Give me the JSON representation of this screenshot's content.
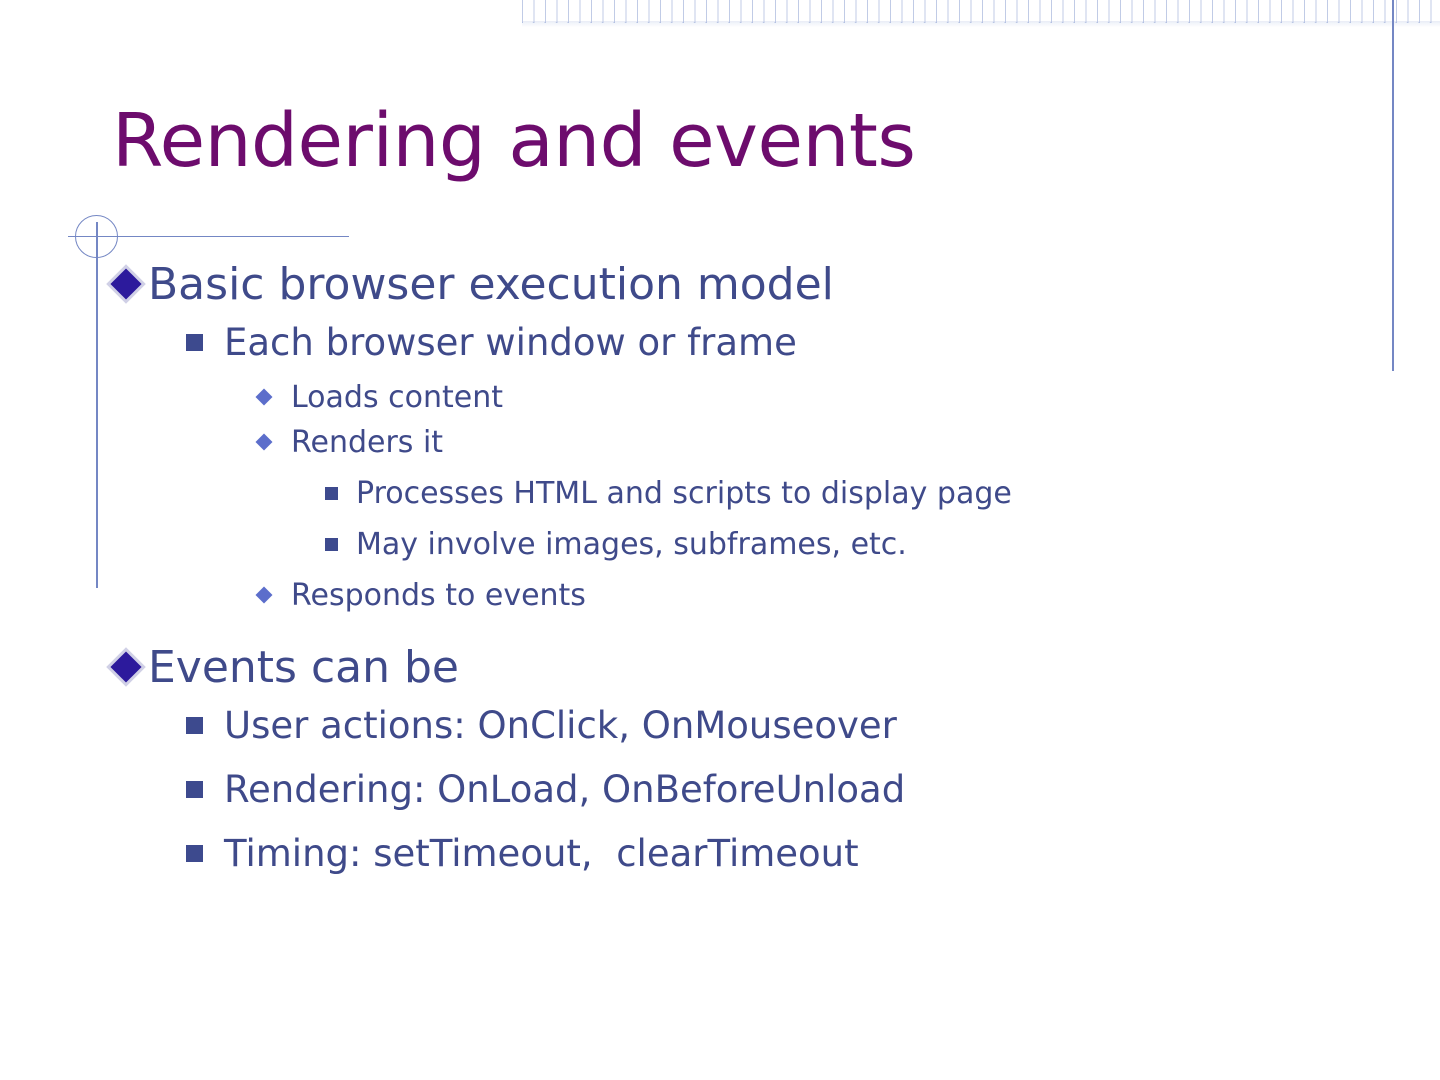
{
  "slide": {
    "title": "Rendering and events",
    "title_color": "#6d0c6d",
    "body_color": "#3f4a8a",
    "accent_line_color": "#7487c4",
    "bullet_level1_color": "#2c1a9c",
    "bullet_level2_color": "#3d4a8e",
    "bullet_level3_color": "#5c6ecb",
    "background_color": "#ffffff"
  },
  "content": {
    "items": [
      {
        "level": 1,
        "text": "Basic browser execution model"
      },
      {
        "level": 2,
        "text": "Each browser window or frame"
      },
      {
        "level": 3,
        "text": "Loads content"
      },
      {
        "level": 3,
        "text": "Renders it"
      },
      {
        "level": 4,
        "text": "Processes HTML and scripts to display page"
      },
      {
        "level": 4,
        "text": "May involve images, subframes, etc."
      },
      {
        "level": 3,
        "text": "Responds to events"
      },
      {
        "level": 1,
        "text": "Events can be"
      },
      {
        "level": 2,
        "text": "User actions: OnClick, OnMouseover"
      },
      {
        "level": 2,
        "text": "Rendering: OnLoad, OnBeforeUnload"
      },
      {
        "level": 2,
        "text": "Timing: setTimeout,  clearTimeout"
      }
    ]
  },
  "decorations": {
    "hatch_band": "cross-hatch-pattern",
    "circle": "decorative-circle",
    "horizontal_rule": "decorative-horizontal-line",
    "left_vertical_rule": "decorative-left-vertical-line",
    "right_vertical_rule": "decorative-right-vertical-line"
  }
}
